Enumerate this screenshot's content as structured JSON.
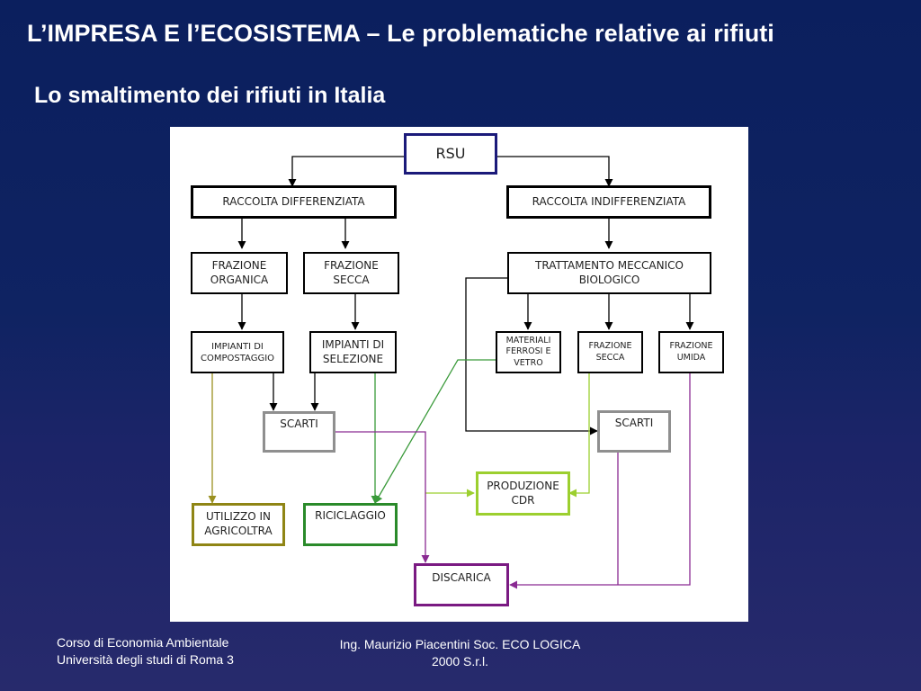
{
  "slide": {
    "title": "L’IMPRESA E l’ECOSISTEMA – Le problematiche relative ai rifiuti",
    "subtitle": "Lo smaltimento dei rifiuti in Italia"
  },
  "diagram": {
    "rsu": "RSU",
    "raccolta_differenziata": "RACCOLTA DIFFERENZIATA",
    "raccolta_indifferenziata": "RACCOLTA INDIFFERENZIATA",
    "frazione_organica": "FRAZIONE\nORGANICA",
    "frazione_secca_diff": "FRAZIONE\nSECCA",
    "trattamento": "TRATTAMENTO MECCANICO\nBIOLOGICO",
    "impianti_compostaggio": "IMPIANTI DI\nCOMPOSTAGGIO",
    "impianti_selezione": "IMPIANTI DI\nSELEZIONE",
    "materiali_ferrosi": "MATERIALI\nFERROSI E\nVETRO",
    "frazione_secca_tmb": "FRAZIONE\nSECCA",
    "frazione_umida": "FRAZIONE\nUMIDA",
    "scarti_left": "SCARTI",
    "scarti_right": "SCARTI",
    "produzione_cdr": "PRODUZIONE\nCDR",
    "utilizzo_agricoltra": "UTILIZZO IN\nAGRICOLTRA",
    "riciclaggio": "RICICLAGGIO",
    "discarica": "DISCARICA",
    "colors": {
      "black": "#000000",
      "navy": "#1b1a7a",
      "gray": "#8f8f8f",
      "olive": "#8f8515",
      "green": "#2a8a2a",
      "lime": "#9ccf2f",
      "purple": "#7a1a82"
    }
  },
  "footer": {
    "course_line1": "Corso di Economia Ambientale",
    "course_line2": "Università degli studi di Roma 3",
    "author_line1": "Ing. Maurizio Piacentini Soc. ECO LOGICA",
    "author_line2": "2000 S.r.l."
  }
}
